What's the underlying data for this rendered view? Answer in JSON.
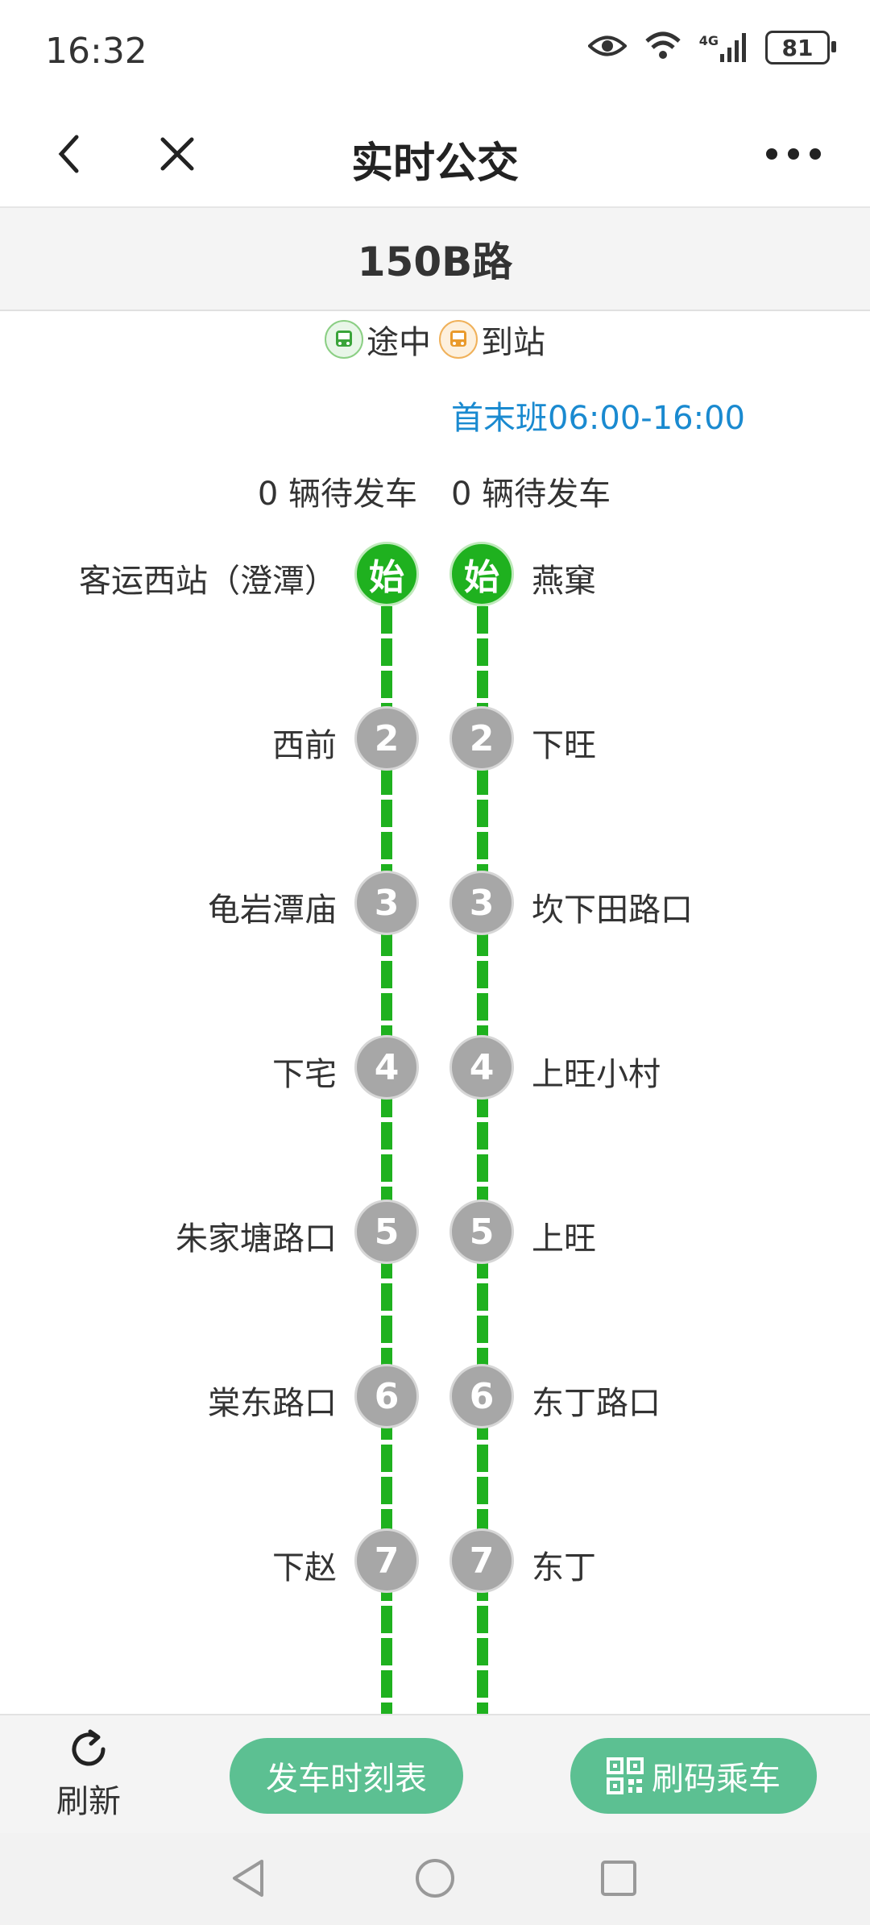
{
  "status": {
    "time": "16:32",
    "network": "4G",
    "battery": "81"
  },
  "nav": {
    "title": "实时公交"
  },
  "route": {
    "name": "150B路"
  },
  "legend": {
    "en_route": "途中",
    "arrived": "到站"
  },
  "schedule": "首末班06:00-16:00",
  "pending": {
    "left": "0 辆待发车",
    "right": "0 辆待发车"
  },
  "stops_left": [
    {
      "num": "始",
      "name": "客运西站（澄潭）"
    },
    {
      "num": "2",
      "name": "西前"
    },
    {
      "num": "3",
      "name": "龟岩潭庙"
    },
    {
      "num": "4",
      "name": "下宅"
    },
    {
      "num": "5",
      "name": "朱家塘路口"
    },
    {
      "num": "6",
      "name": "棠东路口"
    },
    {
      "num": "7",
      "name": "下赵"
    }
  ],
  "stops_right": [
    {
      "num": "始",
      "name": "燕窠"
    },
    {
      "num": "2",
      "name": "下旺"
    },
    {
      "num": "3",
      "name": "坎下田路口"
    },
    {
      "num": "4",
      "name": "上旺小村"
    },
    {
      "num": "5",
      "name": "上旺"
    },
    {
      "num": "6",
      "name": "东丁路口"
    },
    {
      "num": "7",
      "name": "东丁"
    }
  ],
  "toolbar": {
    "refresh": "刷新",
    "timetable": "发车时刻表",
    "scan": "刷码乘车"
  },
  "colors": {
    "line_green": "#1fb11f",
    "button_green": "#5cc092",
    "link_blue": "#1a8ad0"
  }
}
